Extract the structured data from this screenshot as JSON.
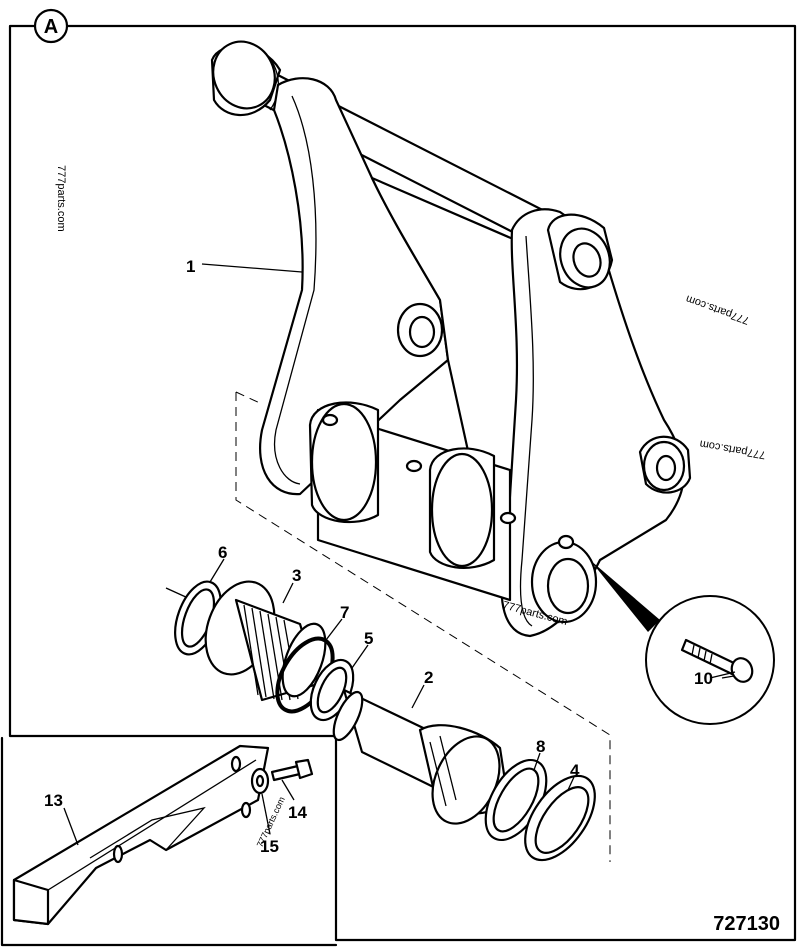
{
  "diagram": {
    "view_label": "A",
    "reference_number": "727130",
    "watermark": "777parts.com",
    "callouts": [
      {
        "id": "callout-1",
        "label": "1"
      },
      {
        "id": "callout-2",
        "label": "2"
      },
      {
        "id": "callout-3",
        "label": "3"
      },
      {
        "id": "callout-4",
        "label": "4"
      },
      {
        "id": "callout-5",
        "label": "5"
      },
      {
        "id": "callout-6",
        "label": "6"
      },
      {
        "id": "callout-7",
        "label": "7"
      },
      {
        "id": "callout-8",
        "label": "8"
      },
      {
        "id": "callout-10",
        "label": "10"
      },
      {
        "id": "callout-13",
        "label": "13"
      },
      {
        "id": "callout-14",
        "label": "14"
      },
      {
        "id": "callout-15",
        "label": "15"
      }
    ]
  }
}
